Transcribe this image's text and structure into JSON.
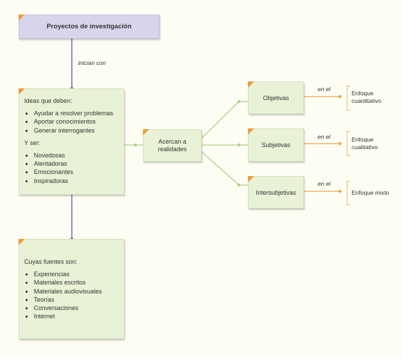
{
  "title": "Proyectos de investigación",
  "link_label": "inician con",
  "ideas": {
    "heading": "Ideas que deben:",
    "items": [
      "Ayudar a resolver problemas",
      "Aportar conocimientos",
      "Generar interrogantes"
    ],
    "subheading": "Y ser:",
    "qualities": [
      "Novedosas",
      "Alentadoras",
      "Emocionantes",
      "Inspiradoras"
    ]
  },
  "center_node": "Acercan a realidades",
  "sources": {
    "heading": "Cuyas fuentes son:",
    "items": [
      "Experiencias",
      "Materiales escritos",
      "Materiales audiovisuales",
      "Teorías",
      "Conversaciones",
      "Internet"
    ]
  },
  "branches": [
    {
      "node": "Objetivas",
      "link": "en el",
      "result": "Enfoque cuantitativo"
    },
    {
      "node": "Subjetivas",
      "link": "en el",
      "result": "Enfoque cualitativo"
    },
    {
      "node": "Intersubjetivas",
      "link": "en el",
      "result": "Enfoque mixto"
    }
  ],
  "colors": {
    "accent_orange": "#f29a3a",
    "node_green": "#e8f2d6",
    "title_purple": "#d7d4ec",
    "connector_purple": "#7f6db8",
    "connector_green": "#bcd99a"
  }
}
